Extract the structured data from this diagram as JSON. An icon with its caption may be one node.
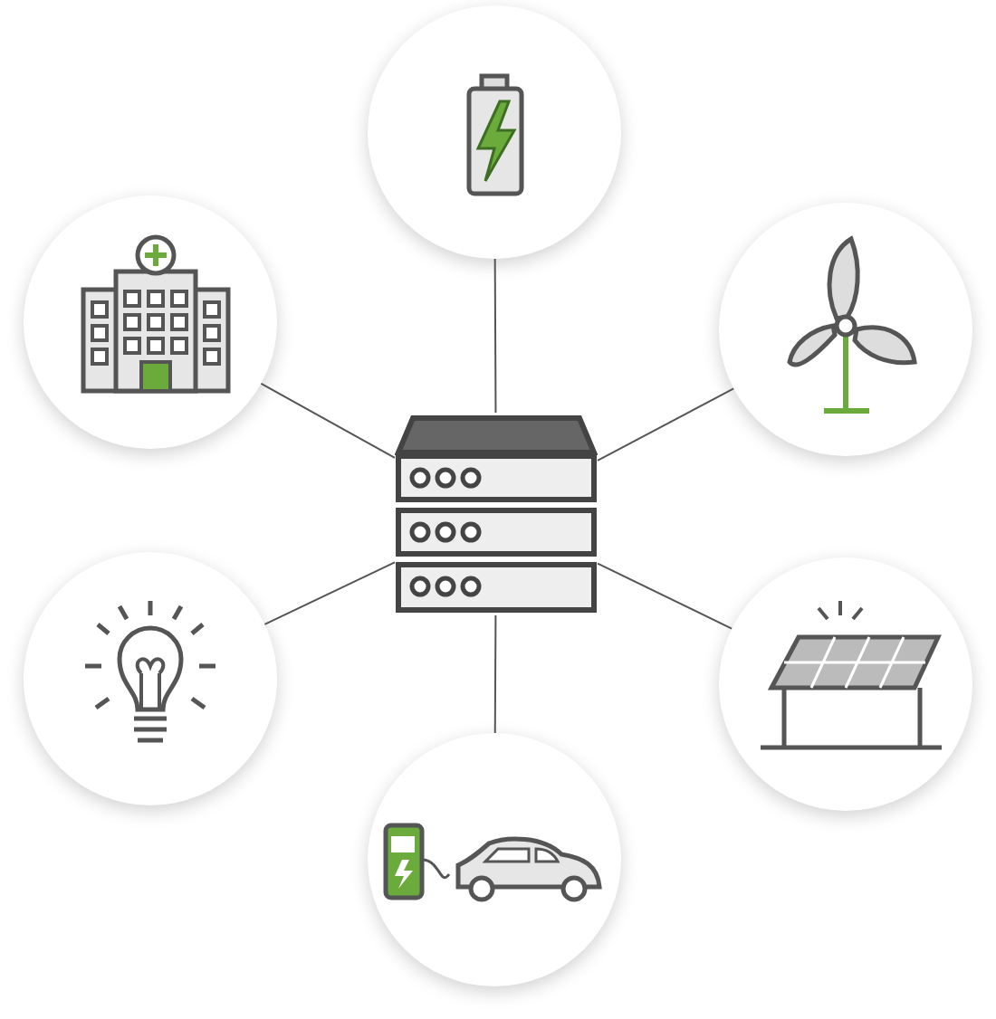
{
  "diagram": {
    "nodes": [
      {
        "text": [],
        "shape": "circle"
      },
      {
        "text": [],
        "shape": "circle"
      },
      {
        "text": [],
        "shape": "circle"
      },
      {
        "text": [],
        "shape": "picture"
      },
      {
        "text": [],
        "shape": "circle"
      },
      {
        "text": [],
        "shape": "circle"
      },
      {
        "text": [],
        "shape": "circle"
      }
    ],
    "edges": [
      {
        "from": 3,
        "to": 0,
        "arrow": "none"
      },
      {
        "from": 3,
        "to": 1,
        "arrow": "none"
      },
      {
        "from": 3,
        "to": 2,
        "arrow": "none"
      },
      {
        "from": 3,
        "to": 4,
        "arrow": "none"
      },
      {
        "from": 3,
        "to": 5,
        "arrow": "none"
      },
      {
        "from": 3,
        "to": 6,
        "arrow": "none"
      }
    ]
  }
}
